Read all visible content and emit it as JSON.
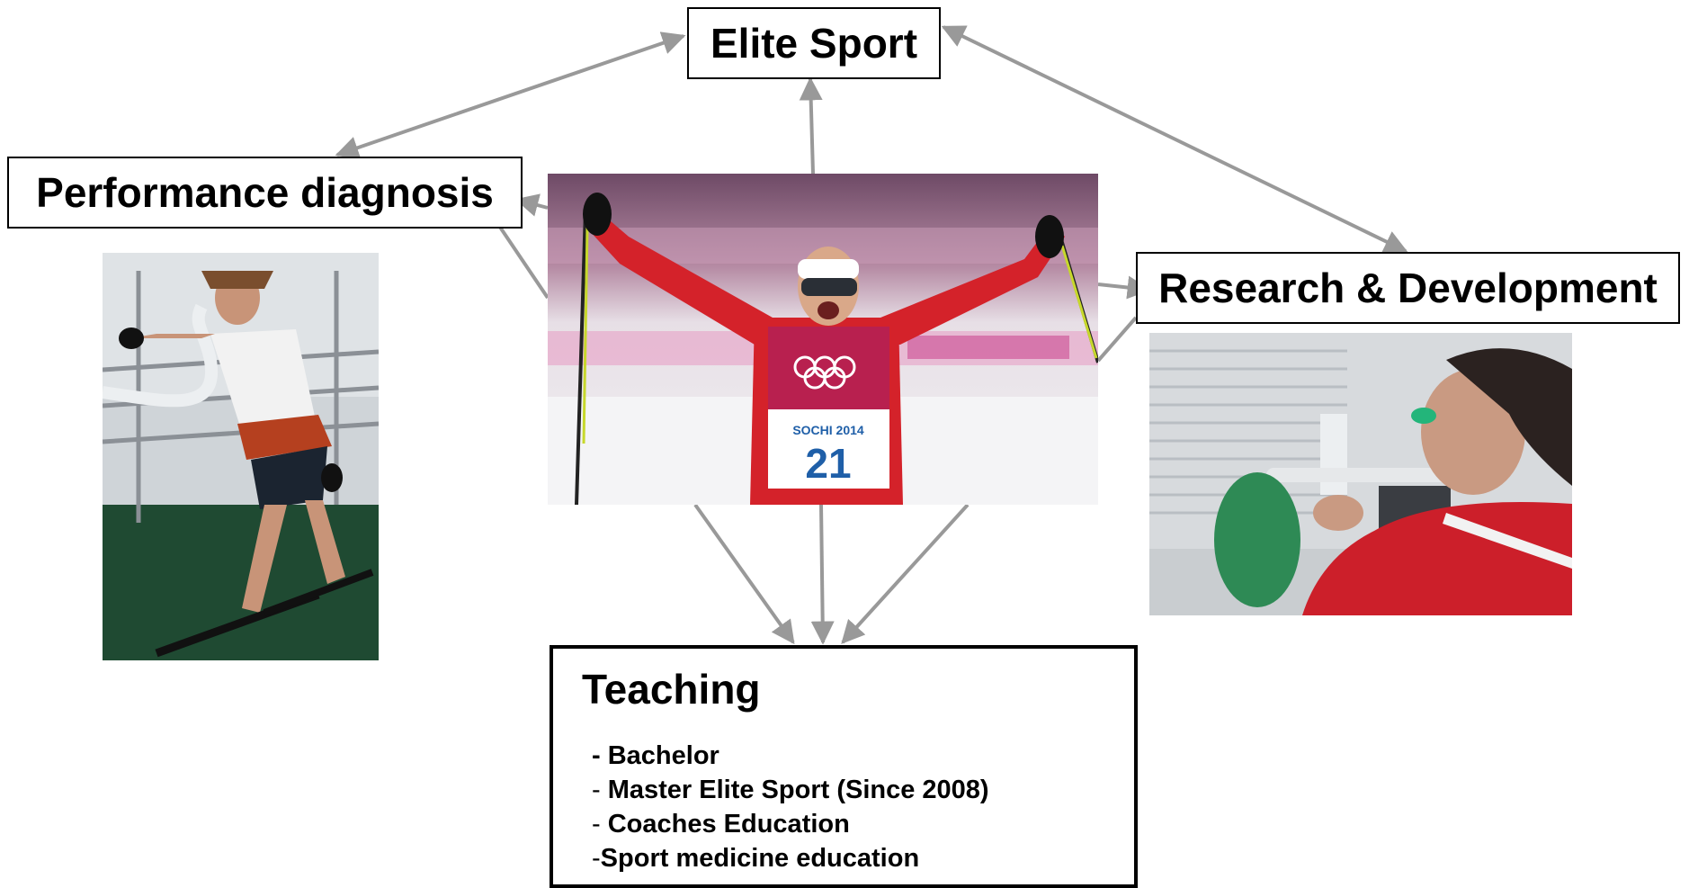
{
  "nodes": {
    "elite_sport": "Elite Sport",
    "performance_diagnosis": "Performance diagnosis",
    "research_development": "Research & Development",
    "teaching": {
      "title": "Teaching",
      "items": [
        {
          "prefix": "- ",
          "text": "Bachelor",
          "prefix_bold": true
        },
        {
          "prefix": "- ",
          "text": "Master Elite Sport (Since 2008)",
          "prefix_bold": false
        },
        {
          "prefix": "- ",
          "text": "Coaches Education",
          "prefix_bold": false
        },
        {
          "prefix": "-",
          "text": "Sport medicine education",
          "prefix_bold": false
        }
      ]
    }
  },
  "photos": {
    "skier_bib": {
      "event": "SOCHI 2014",
      "number": "21"
    }
  },
  "colors": {
    "arrow": "#999999",
    "border": "#000000",
    "text": "#000000",
    "suit_red": "#d4222a",
    "floor_green": "#1f4a32",
    "bag_green": "#2e8a55"
  }
}
